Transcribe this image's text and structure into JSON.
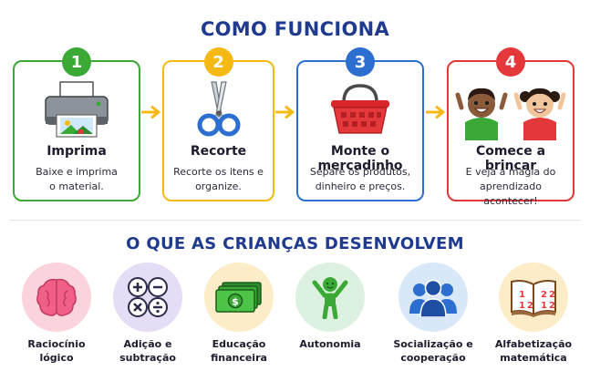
{
  "how_it_works": {
    "title": "COMO FUNCIONA",
    "steps": [
      {
        "number": "1",
        "title": "Imprima",
        "description": "Baixe e imprima\no material.",
        "color": "#3aa935",
        "icon": "printer-icon"
      },
      {
        "number": "2",
        "title": "Recorte",
        "description": "Recorte os itens e\norganize.",
        "color": "#f5b914",
        "icon": "scissors-icon"
      },
      {
        "number": "3",
        "title": "Monte o mercadinho",
        "description": "Separe os produtos,\ndinheiro e preços.",
        "color": "#2d6fd1",
        "icon": "shopping-basket-icon"
      },
      {
        "number": "4",
        "title": "Comece a brincar",
        "description": "E veja a magia do\naprendizado acontecer!",
        "color": "#e5383b",
        "icon": "happy-children-icon"
      }
    ],
    "arrow_color": "#f5b914"
  },
  "skills": {
    "title": "O QUE AS CRIANÇAS DESENVOLVEM",
    "items": [
      {
        "label": "Raciocínio\nlógico",
        "icon": "brain-icon",
        "bg": "#fbd3dd"
      },
      {
        "label": "Adição e\nsubtração",
        "icon": "math-operations-icon",
        "bg": "#e5dcf6"
      },
      {
        "label": "Educação\nfinanceira",
        "icon": "money-icon",
        "bg": "#fcecc8"
      },
      {
        "label": "Autonomia",
        "icon": "person-raising-arms-icon",
        "bg": "#dcf1df"
      },
      {
        "label": "Socialização e\ncooperação",
        "icon": "group-people-icon",
        "bg": "#d8e8f8"
      },
      {
        "label": "Alfabetização\nmatemática",
        "icon": "open-book-numbers-icon",
        "bg": "#fcecc8"
      }
    ]
  }
}
